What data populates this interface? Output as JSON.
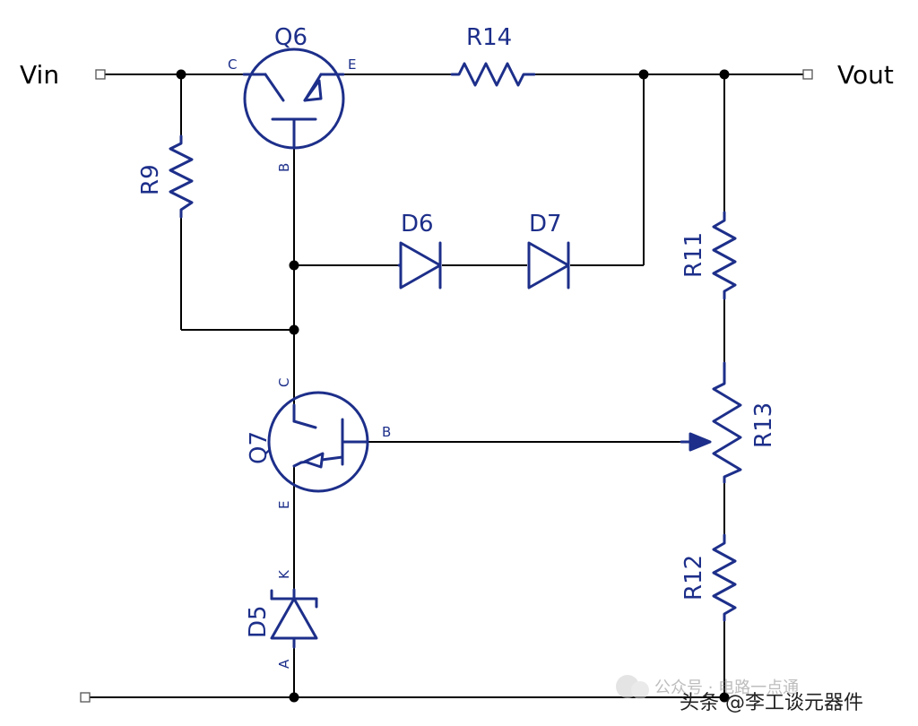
{
  "ports": {
    "vin": "Vin",
    "vout": "Vout"
  },
  "components": {
    "q6": {
      "ref": "Q6",
      "c": "C",
      "b": "B",
      "e": "E"
    },
    "q7": {
      "ref": "Q7",
      "c": "C",
      "b": "B",
      "e": "E"
    },
    "r9": "R9",
    "r11": "R11",
    "r12": "R12",
    "r13": "R13",
    "r14": "R14",
    "d5": {
      "ref": "D5",
      "k": "K",
      "a": "A"
    },
    "d6": "D6",
    "d7": "D7"
  },
  "watermark": "公众号 · 电路一点通",
  "watermark2": "头条 @李工谈元器件",
  "colors": {
    "symbol": "#1d2f8a",
    "wire": "#000000"
  }
}
